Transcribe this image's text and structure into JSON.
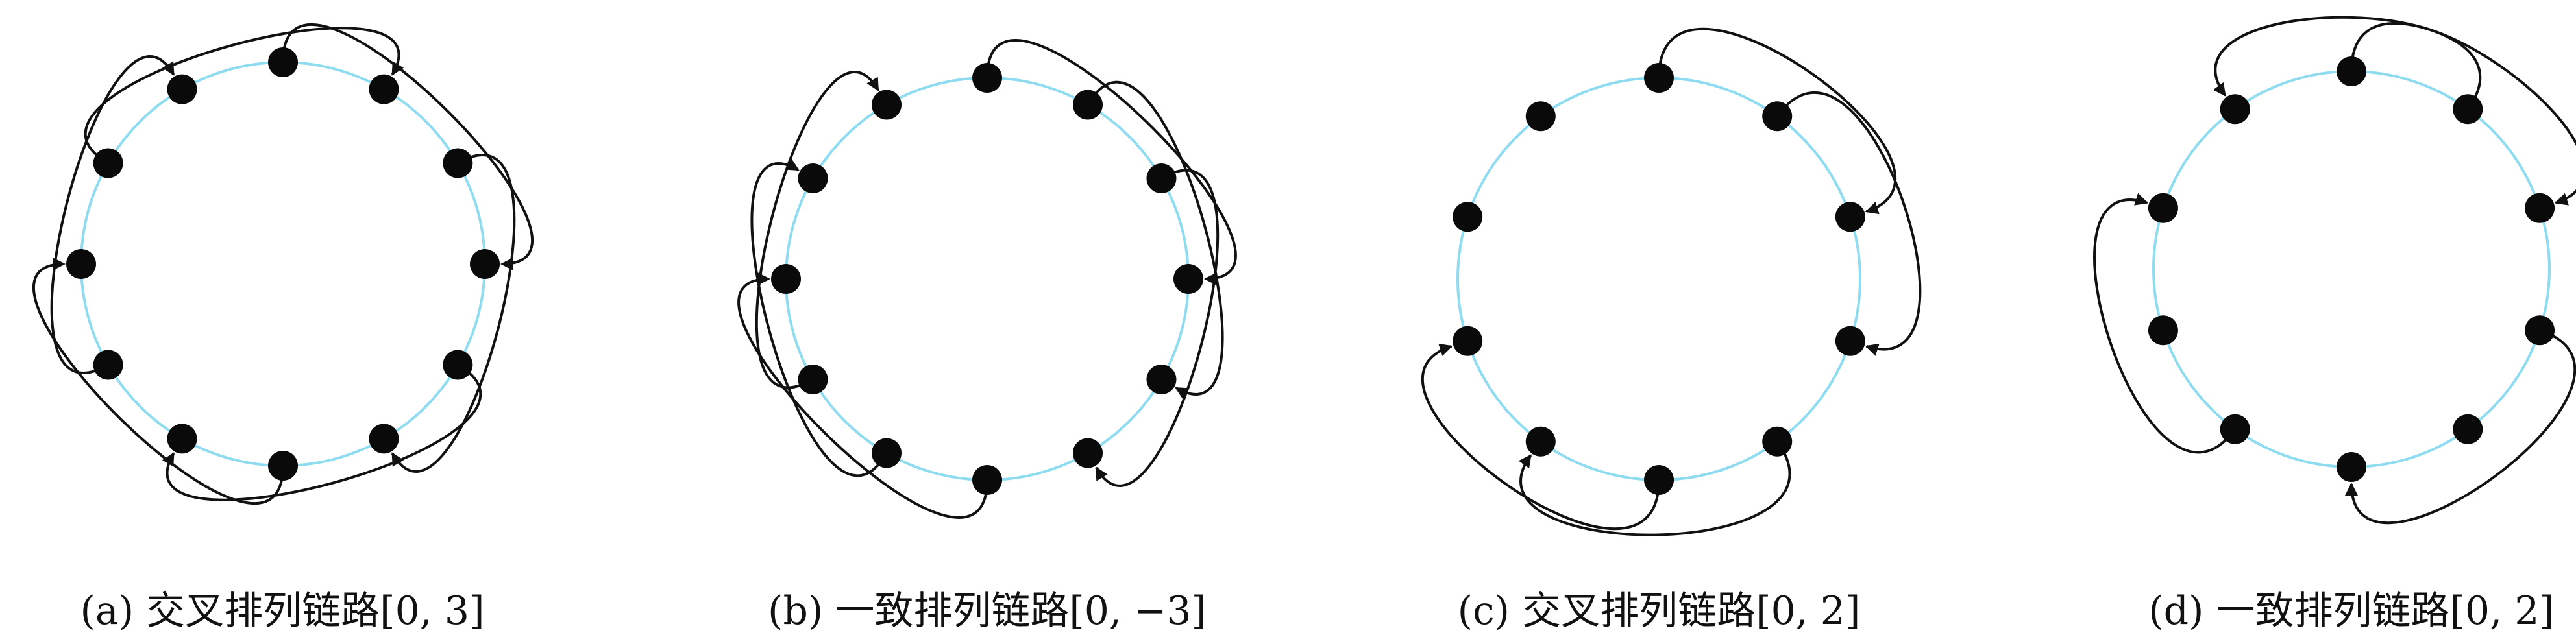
{
  "panels": [
    {
      "id": "a",
      "caption": "(a) 交叉排列链路[0, 3]",
      "node_count": 12,
      "links": [
        [
          10,
          1
        ],
        [
          0,
          3
        ],
        [
          2,
          5
        ],
        [
          4,
          7
        ],
        [
          6,
          9
        ],
        [
          8,
          11
        ]
      ]
    },
    {
      "id": "b",
      "caption": "(b) 一致排列链路[0, −3]",
      "node_count": 12,
      "links": [
        [
          0,
          3
        ],
        [
          1,
          4
        ],
        [
          2,
          5
        ],
        [
          6,
          9
        ],
        [
          7,
          10
        ],
        [
          8,
          11
        ]
      ]
    },
    {
      "id": "c",
      "caption": "(c) 交叉排列链路[0, 2]",
      "node_count": 10,
      "links": [
        [
          0,
          2
        ],
        [
          1,
          3
        ],
        [
          4,
          6
        ],
        [
          5,
          7
        ]
      ]
    },
    {
      "id": "d",
      "caption": "(d) 一致排列链路[0, 2]",
      "node_count": 10,
      "links": [
        [
          0,
          2
        ],
        [
          1,
          9
        ],
        [
          6,
          8
        ],
        [
          3,
          5
        ]
      ]
    }
  ],
  "colors": {
    "ring": "#8fdcf0",
    "node": "#0a0a0a",
    "link": "#111111"
  }
}
